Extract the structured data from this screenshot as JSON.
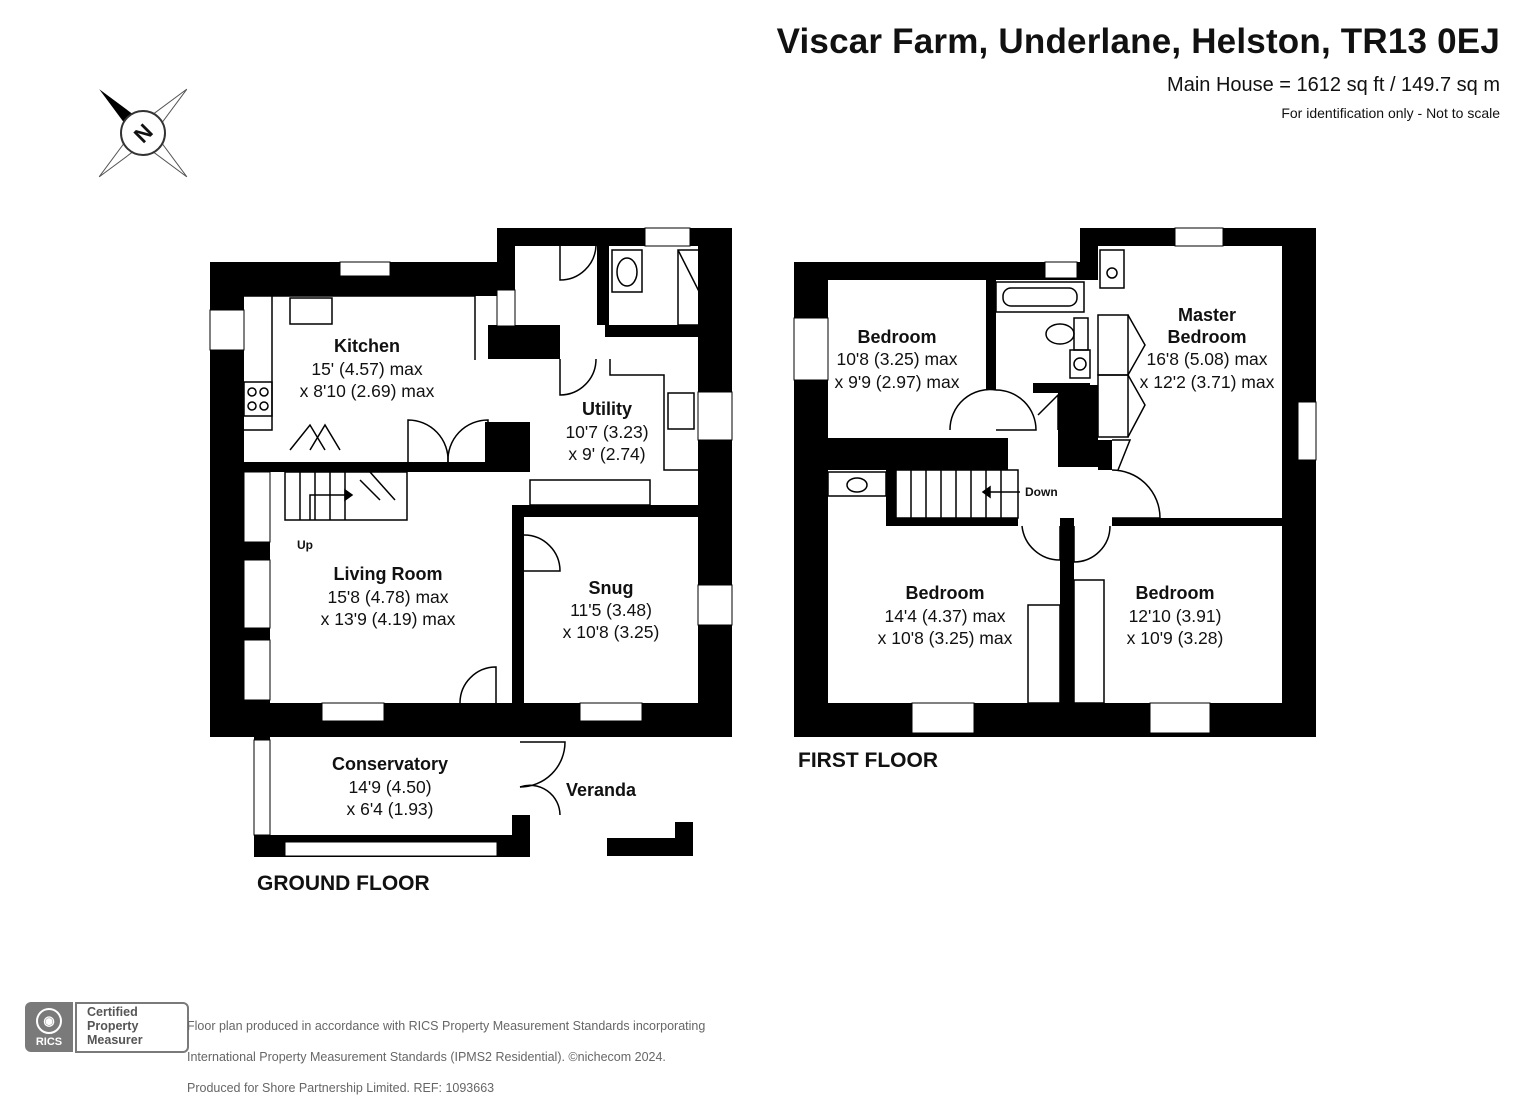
{
  "header": {
    "title": "Viscar Farm, Underlane, Helston, TR13 0EJ",
    "area": "Main House = 1612 sq ft / 149.7 sq m",
    "note": "For identification only - Not to scale"
  },
  "compass": {
    "letter": "N"
  },
  "ground_floor": {
    "label": "GROUND FLOOR",
    "stairs_label": "Up",
    "rooms": [
      {
        "name": "Kitchen",
        "dim1": "15' (4.57) max",
        "dim2": "x 8'10 (2.69) max"
      },
      {
        "name": "Utility",
        "dim1": "10'7 (3.23)",
        "dim2": "x 9' (2.74)"
      },
      {
        "name": "Living Room",
        "dim1": "15'8 (4.78) max",
        "dim2": "x 13'9 (4.19) max"
      },
      {
        "name": "Snug",
        "dim1": "11'5 (3.48)",
        "dim2": "x 10'8 (3.25)"
      },
      {
        "name": "Conservatory",
        "dim1": "14'9 (4.50)",
        "dim2": "x 6'4 (1.93)"
      },
      {
        "name": "Veranda"
      }
    ]
  },
  "first_floor": {
    "label": "FIRST FLOOR",
    "stairs_label": "Down",
    "rooms": [
      {
        "name": "Bedroom",
        "dim1": "10'8 (3.25) max",
        "dim2": "x 9'9 (2.97) max"
      },
      {
        "name_line1": "Master",
        "name_line2": "Bedroom",
        "dim1": "16'8 (5.08) max",
        "dim2": "x 12'2 (3.71) max"
      },
      {
        "name": "Bedroom",
        "dim1": "14'4 (4.37) max",
        "dim2": "x 10'8 (3.25) max"
      },
      {
        "name": "Bedroom",
        "dim1": "12'10 (3.91)",
        "dim2": "x 10'9 (3.28)"
      }
    ]
  },
  "footer": {
    "badge_text": "RICS",
    "badge_line1": "Certified",
    "badge_line2": "Property",
    "badge_line3": "Measurer",
    "line1": "Floor plan produced in accordance with RICS Property Measurement Standards incorporating",
    "line2": "International Property Measurement Standards (IPMS2 Residential).  ©nichecom 2024.",
    "line3": "Produced for Shore Partnership Limited.   REF:  1093663"
  },
  "colors": {
    "wall": "#000000",
    "background": "#ffffff",
    "badge": "#7a7a7a"
  }
}
